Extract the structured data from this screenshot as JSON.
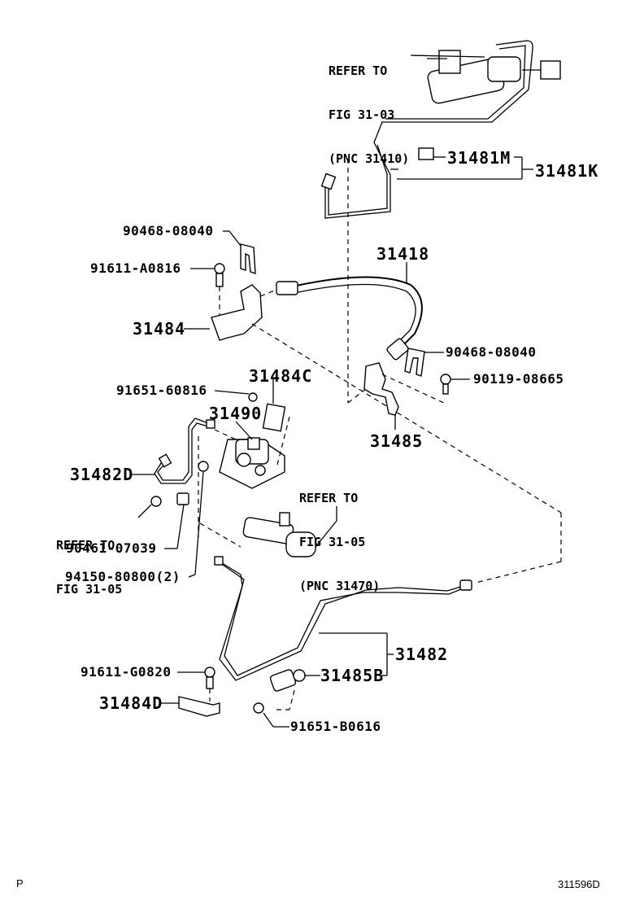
{
  "diagram": {
    "figure_code": "311596D",
    "corner_mark": "P",
    "references": [
      {
        "id": "ref-top",
        "lines": [
          "REFER TO",
          "FIG 31-03",
          "(PNC 31410)"
        ]
      },
      {
        "id": "ref-mid",
        "lines": [
          "REFER TO",
          "FIG 31-05",
          "(PNC 31470)"
        ]
      },
      {
        "id": "ref-left",
        "lines": [
          "REFER TO",
          "FIG 31-05"
        ]
      }
    ],
    "parts": [
      {
        "id": "p31481M",
        "number": "31481M"
      },
      {
        "id": "p31481K",
        "number": "31481K"
      },
      {
        "id": "p90468a",
        "number": "90468-08040"
      },
      {
        "id": "p91611a",
        "number": "91611-A0816"
      },
      {
        "id": "p31418",
        "number": "31418"
      },
      {
        "id": "p31484",
        "number": "31484"
      },
      {
        "id": "p90468b",
        "number": "90468-08040"
      },
      {
        "id": "p90119",
        "number": "90119-08665"
      },
      {
        "id": "p91651a",
        "number": "91651-60816"
      },
      {
        "id": "p31484C",
        "number": "31484C"
      },
      {
        "id": "p31490",
        "number": "31490"
      },
      {
        "id": "p31485",
        "number": "31485"
      },
      {
        "id": "p31482D",
        "number": "31482D"
      },
      {
        "id": "p90461",
        "number": "90461-07039"
      },
      {
        "id": "p94150",
        "number": "94150-80800(2)"
      },
      {
        "id": "p31482",
        "number": "31482"
      },
      {
        "id": "p91611b",
        "number": "91611-G0820"
      },
      {
        "id": "p31485B",
        "number": "31485B"
      },
      {
        "id": "p31484D",
        "number": "31484D"
      },
      {
        "id": "p91651b",
        "number": "91651-B0616"
      }
    ]
  }
}
